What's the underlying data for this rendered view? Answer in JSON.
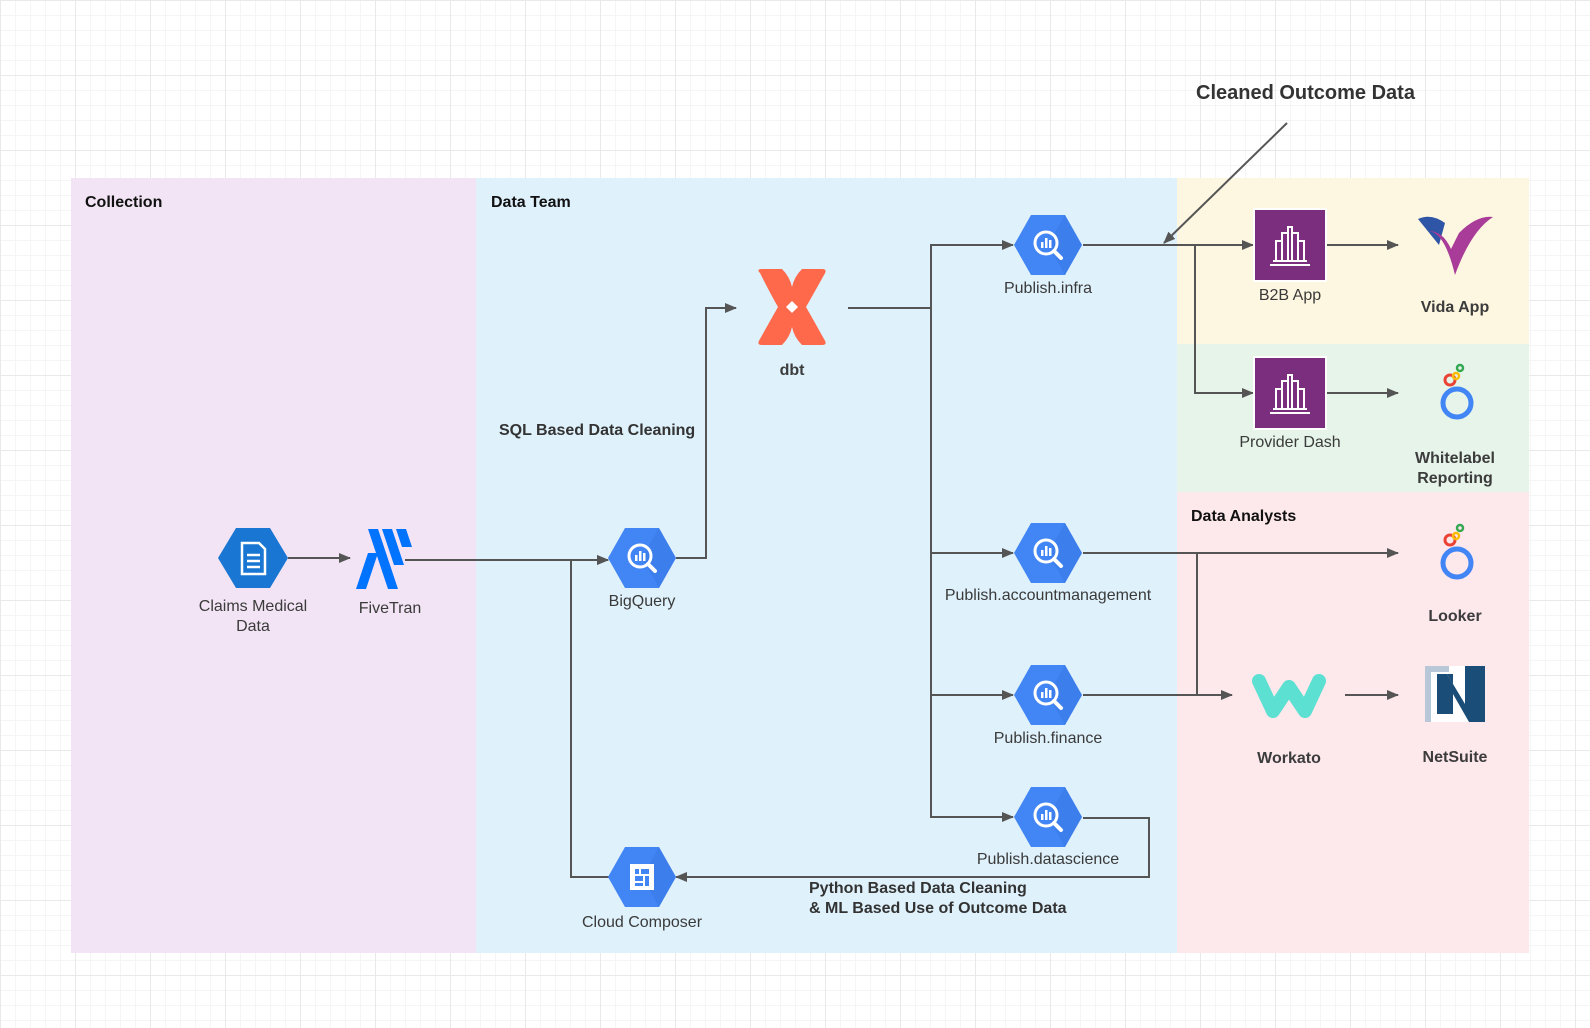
{
  "regions": {
    "collection": "Collection",
    "data_team": "Data Team",
    "data_analysts": "Data Analysts"
  },
  "nodes": {
    "claims": {
      "line1": "Claims Medical",
      "line2": "Data"
    },
    "fivetran": "FiveTran",
    "bigquery": "BigQuery",
    "dbt": "dbt",
    "publish_infra": "Publish.infra",
    "publish_accountmanagement": "Publish.accountmanagement",
    "publish_finance": "Publish.finance",
    "publish_datascience": "Publish.datascience",
    "cloud_composer": "Cloud Composer",
    "b2b_app": "B2B App",
    "provider_dash": "Provider Dash",
    "vida_app": "Vida App",
    "whitelabel": {
      "line1": "Whitelabel",
      "line2": "Reporting"
    },
    "looker": "Looker",
    "workato": "Workato",
    "netsuite": "NetSuite"
  },
  "annotations": {
    "cleaned_outcome": "Cleaned Outcome Data",
    "sql_cleaning": "SQL Based Data Cleaning",
    "python_cleaning": {
      "line1": "Python Based Data Cleaning",
      "line2": "& ML Based Use of Outcome Data"
    }
  },
  "colors": {
    "collection_bg": "#f2e4f4",
    "data_team_bg": "#dff1fb",
    "yellow_bg": "#fdf6e0",
    "green_bg": "#e6f4ea",
    "analysts_bg": "#fde8ec",
    "gcp_blue": "#4285f4",
    "dbt_orange": "#ff694b",
    "purple_app": "#7b2d7e",
    "fivetran_blue": "#0073ff",
    "workato_teal": "#5ce0d2",
    "netsuite_navy": "#1b4d79",
    "arrow": "#555555"
  },
  "icons": [
    "document-hex-icon",
    "fivetran-logo-icon",
    "bigquery-icon",
    "dbt-logo-icon",
    "cloud-composer-icon",
    "building-app-icon",
    "vida-logo-icon",
    "looker-logo-icon",
    "workato-logo-icon",
    "netsuite-logo-icon"
  ]
}
